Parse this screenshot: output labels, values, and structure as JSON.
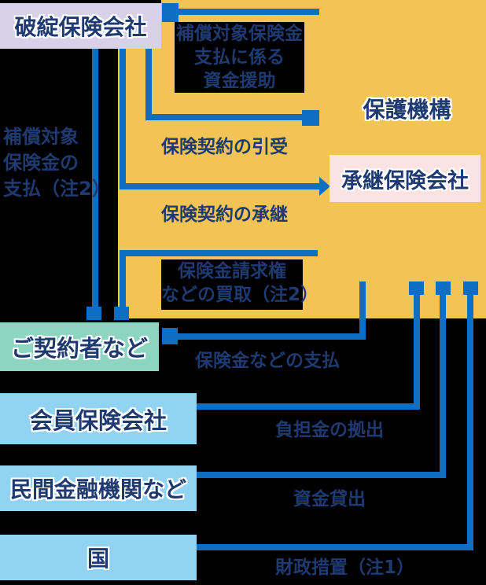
{
  "palette": {
    "background": "#000000",
    "protection_area_orange": "#f2c355",
    "failed_insurer_lavender": "#d7d2e8",
    "succeeding_insurer_pink": "#fbe3e3",
    "policyholder_green": "#8ed5c1",
    "member_blue": "#92d3f2",
    "arrow_blue": "#0d6ec4",
    "text_navy": "#1e3a70"
  },
  "nodes": {
    "hatan": "破綻保険会社",
    "hogo": "保護機構",
    "shokei": "承継保険会社",
    "keiyakusha": "ご契約者など",
    "kaiin": "会員保険会社",
    "minkan": "民間金融機関など",
    "kuni": "国"
  },
  "flows": {
    "shikin_enjo": {
      "line1": "補償対象保険金",
      "line2": "支払に係る",
      "line3": "資金援助"
    },
    "hosho_shiharai": {
      "line1": "補償対象",
      "line2": "保険金の",
      "line3": "支払（注2）"
    },
    "hikiuke": "保険契約の引受",
    "keiyaku_shokei": "保険契約の承継",
    "kaitori": {
      "line1": "保険金請求権",
      "line2": "などの買取（注2）"
    },
    "hokenkin_shiharai": "保険金などの支払",
    "futankin": "負担金の拠出",
    "shikin_kashidashi": "資金貸出",
    "zaisei_sochi": "財政措置（注1）"
  }
}
